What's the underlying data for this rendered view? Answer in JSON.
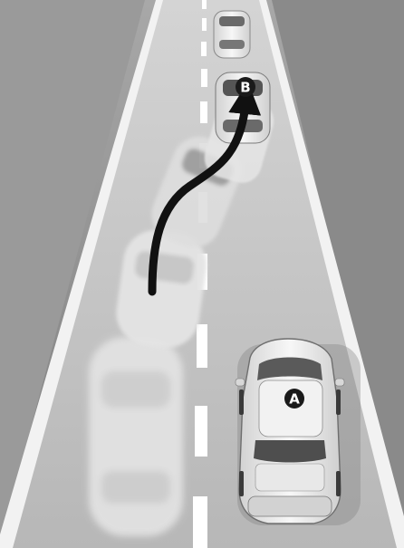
{
  "illustration": {
    "markers": [
      {
        "id": "A",
        "label": "A"
      },
      {
        "id": "B",
        "label": "B"
      }
    ],
    "colors": {
      "background": "#8e8e8e",
      "road": "#bdbdbd",
      "lane_dash": "#ffffff",
      "car_body": "#eeeeee",
      "car_glass": "#555555",
      "arrow": "#111111",
      "marker_fill": "#1a1a1a"
    },
    "icons": [
      "car-icon",
      "path-arrow-icon"
    ]
  }
}
